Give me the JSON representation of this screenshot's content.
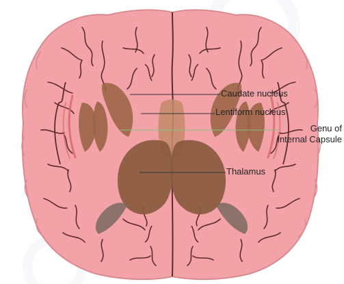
{
  "labels": {
    "caudate": "Caudate nucleus",
    "lentiform": "Lentiform nucleus",
    "genu_line1": "Genu of",
    "genu_line2": "Internal Capsule",
    "thalamus": "Thalamus"
  },
  "colors": {
    "brain_fill": "#f3a3a8",
    "brain_outline": "#d98a90",
    "sulcus": "#5c2a2c",
    "nuclei": "#9a6446",
    "thalamus": "#8a5a3e",
    "leader_line": "#333333",
    "genu_line": "#7fc77f"
  }
}
